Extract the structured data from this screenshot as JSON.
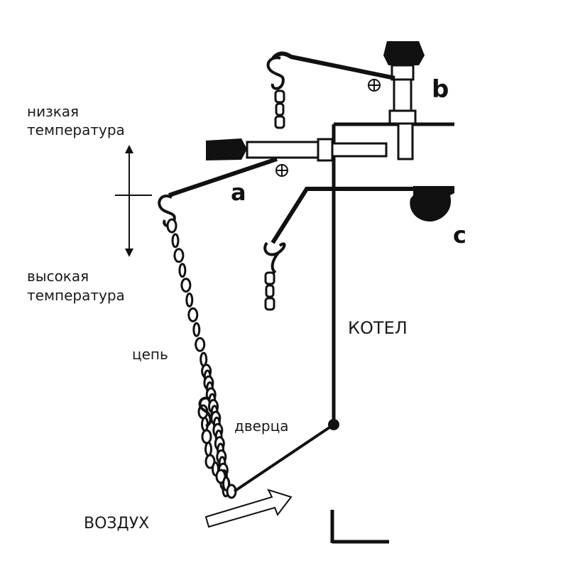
{
  "labels": {
    "low_temp_line1": "низкая",
    "low_temp_line2": "температура",
    "high_temp_line1": "высокая",
    "high_temp_line2": "температура",
    "chain": "цепь",
    "door": "дверца",
    "air": "ВОЗДУХ",
    "boiler": "КОТЕЛ",
    "point_a": "a",
    "point_b": "b",
    "point_c": "c"
  },
  "colors": {
    "ink": "#111111",
    "background": "#ffffff"
  }
}
